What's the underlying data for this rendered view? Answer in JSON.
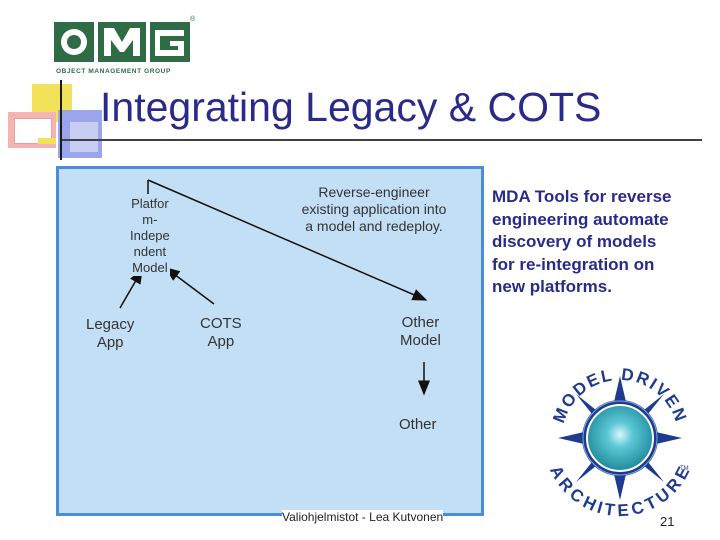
{
  "logo": {
    "name": "OMG",
    "tagline": "OBJECT MANAGEMENT GROUP",
    "trademark": "®",
    "color": "#2f6b45"
  },
  "slide": {
    "title": "Integrating Legacy & COTS",
    "title_color": "#2a2a8a"
  },
  "diagram": {
    "panel_color": "#c3dff5",
    "border_color": "#4a8de0",
    "pim_lines": [
      "Platfor",
      "m-",
      "Indepe",
      "ndent",
      "Model"
    ],
    "reverse_note_lines": [
      "Reverse-engineer",
      "existing application into",
      "a model and redeploy."
    ],
    "legacy_lines": [
      "Legacy",
      "App"
    ],
    "cots_lines": [
      "COTS",
      "App"
    ],
    "other_model_lines": [
      "Other",
      "Model"
    ],
    "other": "Other"
  },
  "sidebar": {
    "lines": [
      "MDA Tools for reverse",
      "engineering automate",
      "discovery of models",
      "for re-integration on",
      "new platforms."
    ]
  },
  "mda_logo": {
    "top_text": "MODEL DRIVEN",
    "bottom_text": "ARCHITECTURE",
    "trademark": "TM",
    "text_color": "#1e3b8f",
    "core_color": "#2aa6b8"
  },
  "footer": {
    "text": "Valiohjelmistot - Lea Kutvonen",
    "page_number": "21"
  }
}
